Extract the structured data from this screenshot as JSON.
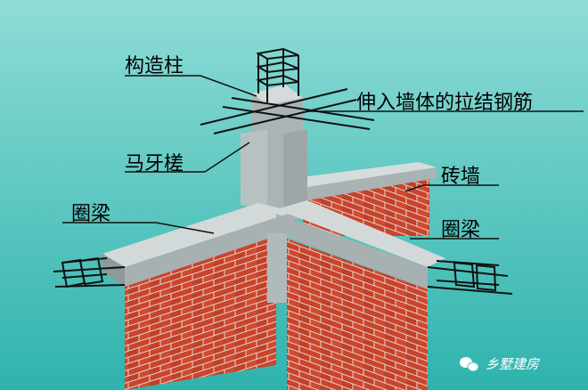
{
  "labels": {
    "column": "构造柱",
    "tie_bars": "伸入墙体的拉结钢筋",
    "toothed_joint": "马牙槎",
    "brick_wall": "砖墙",
    "ring_beam_left": "圈梁",
    "ring_beam_right": "圈梁"
  },
  "watermark": "乡墅建房",
  "colors": {
    "background": "#4cc4bf",
    "brick": "#c8442c",
    "mortar": "#e8d8d0",
    "concrete": "#b9c3c4"
  }
}
